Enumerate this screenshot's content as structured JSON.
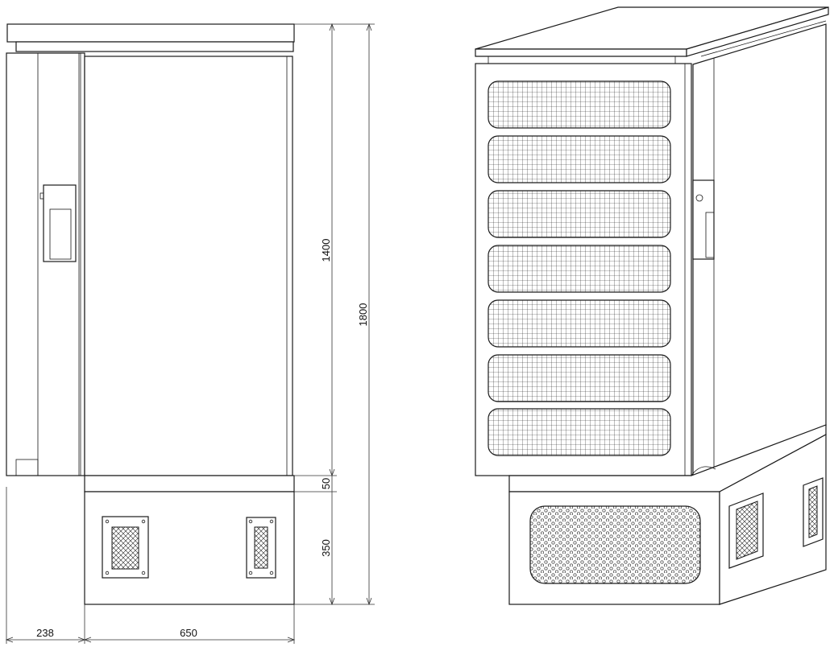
{
  "dimensions": {
    "upper_height": "1400",
    "total_height": "1800",
    "gap_height": "50",
    "base_height": "350",
    "side_depth": "238",
    "front_width": "650"
  },
  "vents": {
    "front_vent_count": 7
  },
  "colors": {
    "line": "#1a1a1a",
    "background": "#ffffff"
  }
}
